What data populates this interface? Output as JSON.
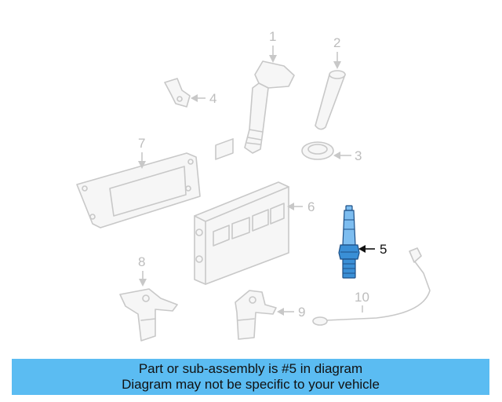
{
  "diagram": {
    "callouts": {
      "c1": "1",
      "c2": "2",
      "c3": "3",
      "c4": "4",
      "c5": "5",
      "c6": "6",
      "c7": "7",
      "c8": "8",
      "c9": "9",
      "c10": "10"
    },
    "highlighted_part": "5",
    "highlight_color": "#3a8fd6",
    "ghost_color": "#c8c8c8"
  },
  "banner": {
    "line1": "Part or sub-assembly is #5 in diagram",
    "line2": "Diagram may not be specific to your vehicle",
    "background": "#5bbcf2"
  }
}
